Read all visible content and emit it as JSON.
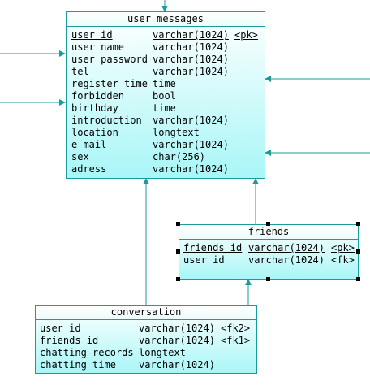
{
  "entities": {
    "user_messages": {
      "title": "user messages",
      "rows": [
        {
          "name": "user id",
          "type": "varchar(1024)",
          "key": "<pk>"
        },
        {
          "name": "user name",
          "type": "varchar(1024)",
          "key": ""
        },
        {
          "name": "user password",
          "type": "varchar(1024)",
          "key": ""
        },
        {
          "name": "tel",
          "type": "varchar(1024)",
          "key": ""
        },
        {
          "name": "register time",
          "type": "time",
          "key": ""
        },
        {
          "name": "forbidden",
          "type": "bool",
          "key": ""
        },
        {
          "name": "birthday",
          "type": "time",
          "key": ""
        },
        {
          "name": "introduction",
          "type": "varchar(1024)",
          "key": ""
        },
        {
          "name": "location",
          "type": "longtext",
          "key": ""
        },
        {
          "name": "e-mail",
          "type": "varchar(1024)",
          "key": ""
        },
        {
          "name": "sex",
          "type": "char(256)",
          "key": ""
        },
        {
          "name": "adress",
          "type": "varchar(1024)",
          "key": ""
        }
      ]
    },
    "friends": {
      "title": "friends",
      "rows": [
        {
          "name": "friends id",
          "type": "varchar(1024)",
          "key": "<pk>"
        },
        {
          "name": "user id",
          "type": "varchar(1024)",
          "key": "<fk>"
        }
      ]
    },
    "conversation": {
      "title": "conversation",
      "rows": [
        {
          "name": "user id",
          "type": "varchar(1024)",
          "key": "<fk2>"
        },
        {
          "name": "friends id",
          "type": "varchar(1024)",
          "key": "<fk1>"
        },
        {
          "name": "chatting records",
          "type": "longtext",
          "key": ""
        },
        {
          "name": "chatting time",
          "type": "varchar(1024)",
          "key": ""
        }
      ]
    }
  },
  "colors": {
    "line": "#1a9c9c",
    "border": "#1a9c9c"
  }
}
